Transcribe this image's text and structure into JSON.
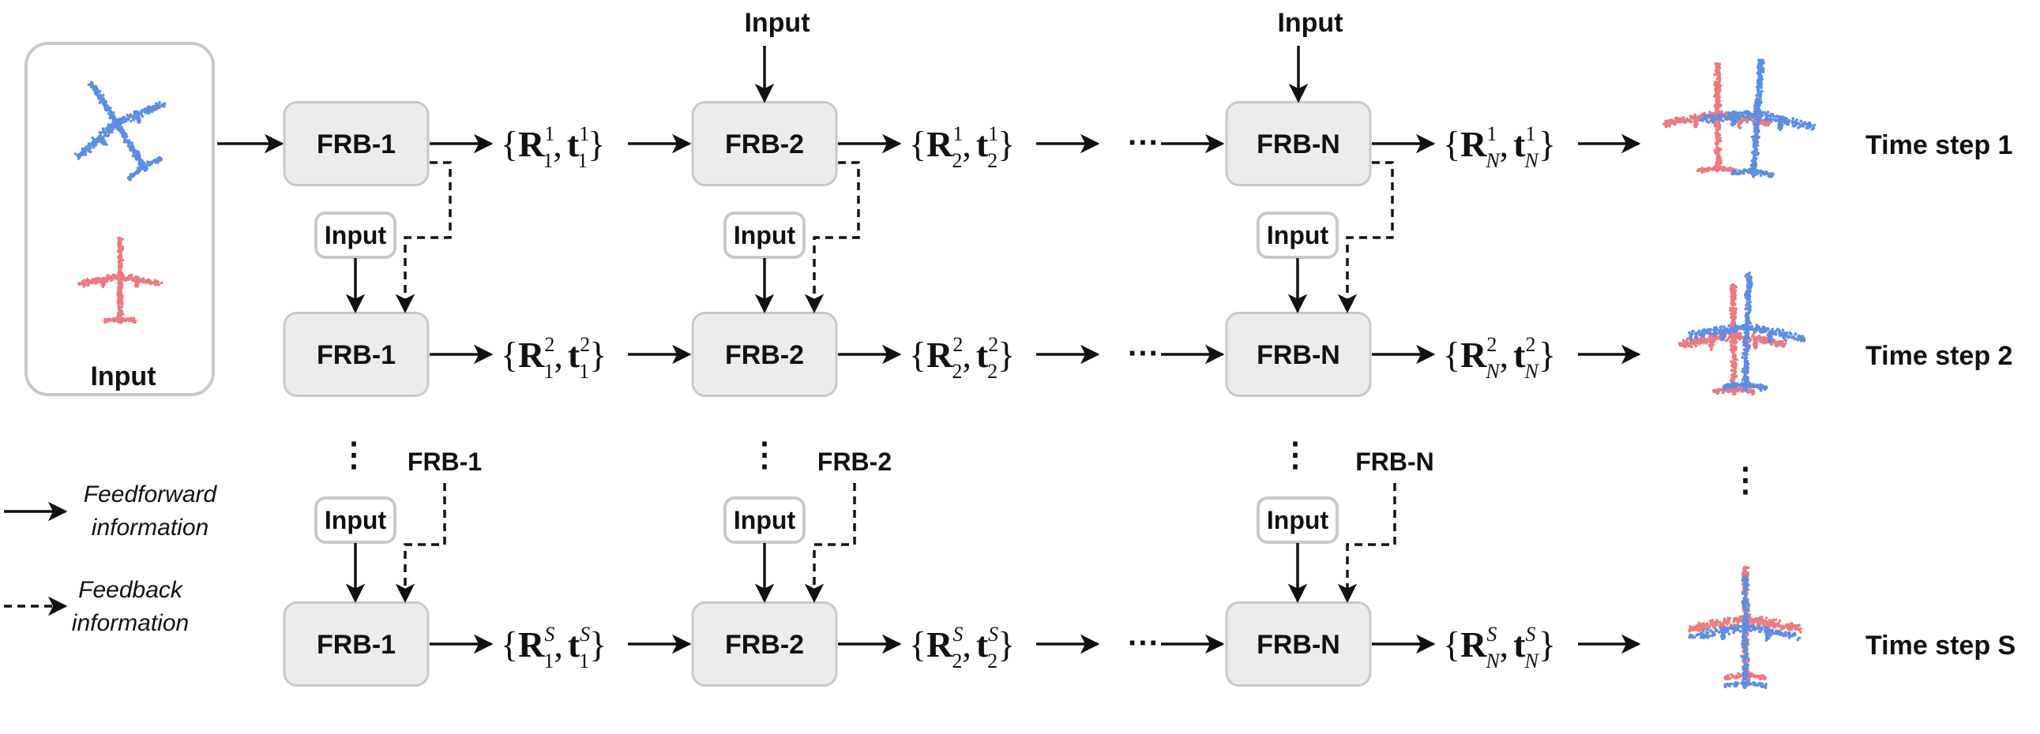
{
  "input_label": "Input",
  "blocks": [
    "FRB-1",
    "FRB-2",
    "FRB-N"
  ],
  "time_steps": [
    "1",
    "2",
    "S"
  ],
  "time_step_prefix": "Time step",
  "output_symbols": {
    "R": "R",
    "t": "t"
  },
  "block_subscripts": [
    "1",
    "2",
    "N"
  ],
  "ellipsis_h": "···",
  "ellipsis_v": "⋮",
  "legend": {
    "feedforward": [
      "Feedforward",
      "information"
    ],
    "feedback": [
      "Feedback",
      "information"
    ]
  },
  "colors": {
    "box_fill": "#ececec",
    "box_stroke": "#c8c8c8",
    "source_cloud": "#5b8ee6",
    "template_cloud": "#ec7a80"
  }
}
